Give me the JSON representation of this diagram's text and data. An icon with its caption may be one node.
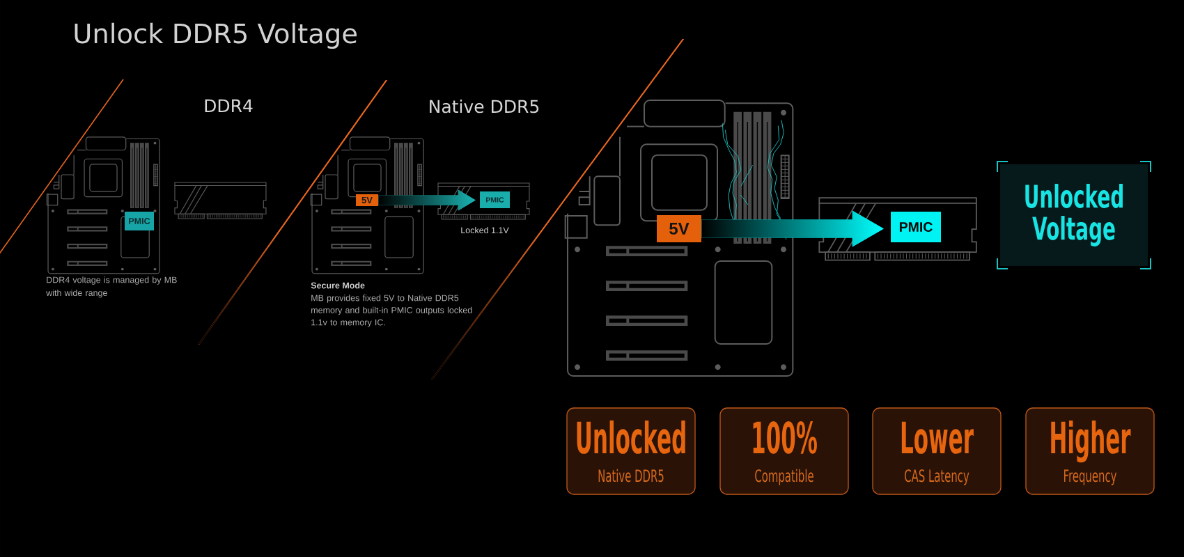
{
  "diagram": {
    "title": "Unlock DDR5 Voltage",
    "nodes": [
      {
        "text": [
          "PMIC"
        ]
      },
      {
        "text": [
          "5V"
        ]
      },
      {
        "text": [
          "PMIC"
        ]
      },
      {
        "text": [
          "5V"
        ]
      },
      {
        "text": [
          "PMIC"
        ]
      },
      {
        "text": [
          "Unlocked Voltage"
        ]
      },
      {
        "text": [
          "Unlocked",
          "Native DDR5"
        ]
      },
      {
        "text": [
          "100%",
          "Compatible"
        ]
      },
      {
        "text": [
          "Lower",
          "CAS Latency"
        ]
      },
      {
        "text": [
          "Higher",
          "Frequency"
        ]
      }
    ],
    "edges": [
      {
        "from": 1,
        "to": 2,
        "arrow": "to",
        "color": "#1ab3b1"
      },
      {
        "from": 3,
        "to": 4,
        "arrow": "to",
        "color": "#00ffff"
      }
    ],
    "labels": [
      "DDR4",
      "Native DDR5",
      "DDR4 voltage is managed by MB with wide range",
      "Locked 1.1V",
      "Secure Mode",
      "MB provides fixed 5V to Native DDR5 memory and built-in PMIC outputs locked 1.1v to memory IC."
    ]
  }
}
